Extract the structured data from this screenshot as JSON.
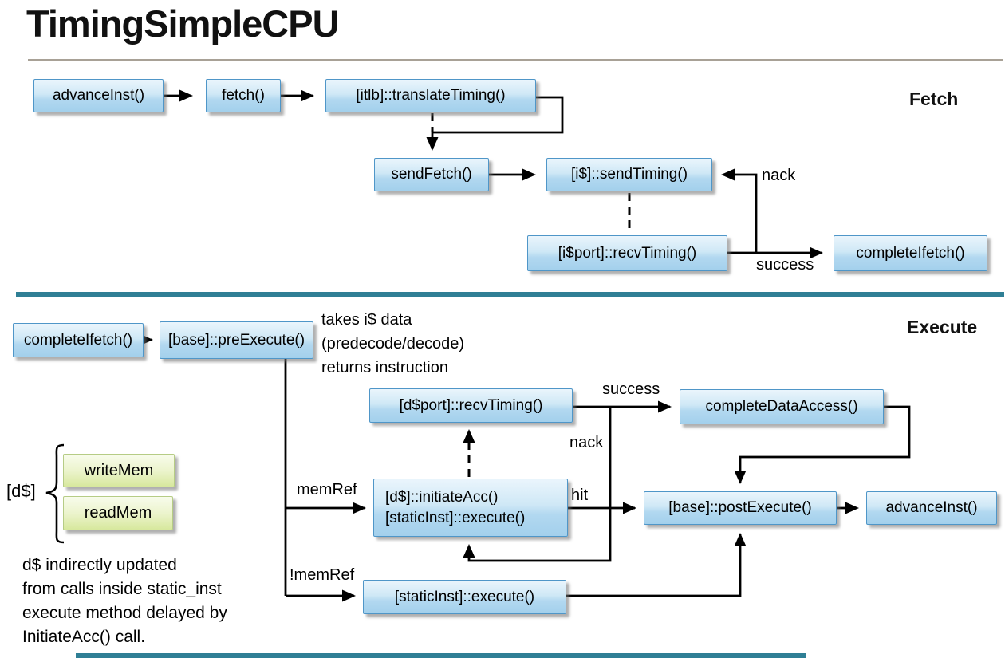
{
  "title": "TimingSimpleCPU",
  "sections": {
    "fetch_label": "Fetch",
    "execute_label": "Execute"
  },
  "colors": {
    "node_border": "#4f96c8",
    "node_fill_top": "#eaf5fc",
    "node_fill_bottom": "#a3d0ec",
    "green_border": "#b6cc85",
    "green_fill_bottom": "#d7e89d",
    "divider_teal": "#2f7f95",
    "top_rule": "#a8a196",
    "wire": "#000000"
  },
  "fetch": {
    "advance_inst": "advanceInst()",
    "fetch_fn": "fetch()",
    "itlb_translate": "[itlb]::translateTiming()",
    "send_fetch": "sendFetch()",
    "icache_send_timing": "[i$]::sendTiming()",
    "icache_port_recv_timing": "[i$port]::recvTiming()",
    "complete_ifetch": "completeIfetch()",
    "nack_label": "nack",
    "success_label": "success"
  },
  "execute": {
    "complete_ifetch": "completeIfetch()",
    "pre_execute": "[base]::preExecute()",
    "note_line1": "takes i$ data",
    "note_line2": "(predecode/decode)",
    "note_line3": "returns instruction",
    "dcache_port_recv_timing": "[d$port]::recvTiming()",
    "complete_data_access": "completeDataAccess()",
    "initiate_acc_line1": "[d$]::initiateAcc()",
    "initiate_acc_line2": "[staticInst]::execute()",
    "post_execute": "[base]::postExecute()",
    "advance_inst": "advanceInst()",
    "static_inst_execute": "[staticInst]::execute()",
    "success_label": "success",
    "nack_label": "nack",
    "hit_label": "hit",
    "mem_ref_label": "memRef",
    "not_mem_ref_label": "!memRef"
  },
  "side": {
    "dcache_label": "[d$]",
    "write_mem": "writeMem",
    "read_mem": "readMem",
    "note_line1": "d$ indirectly updated",
    "note_line2": "from calls inside static_inst",
    "note_line3": "execute method delayed by",
    "note_line4": "InitiateAcc() call."
  }
}
